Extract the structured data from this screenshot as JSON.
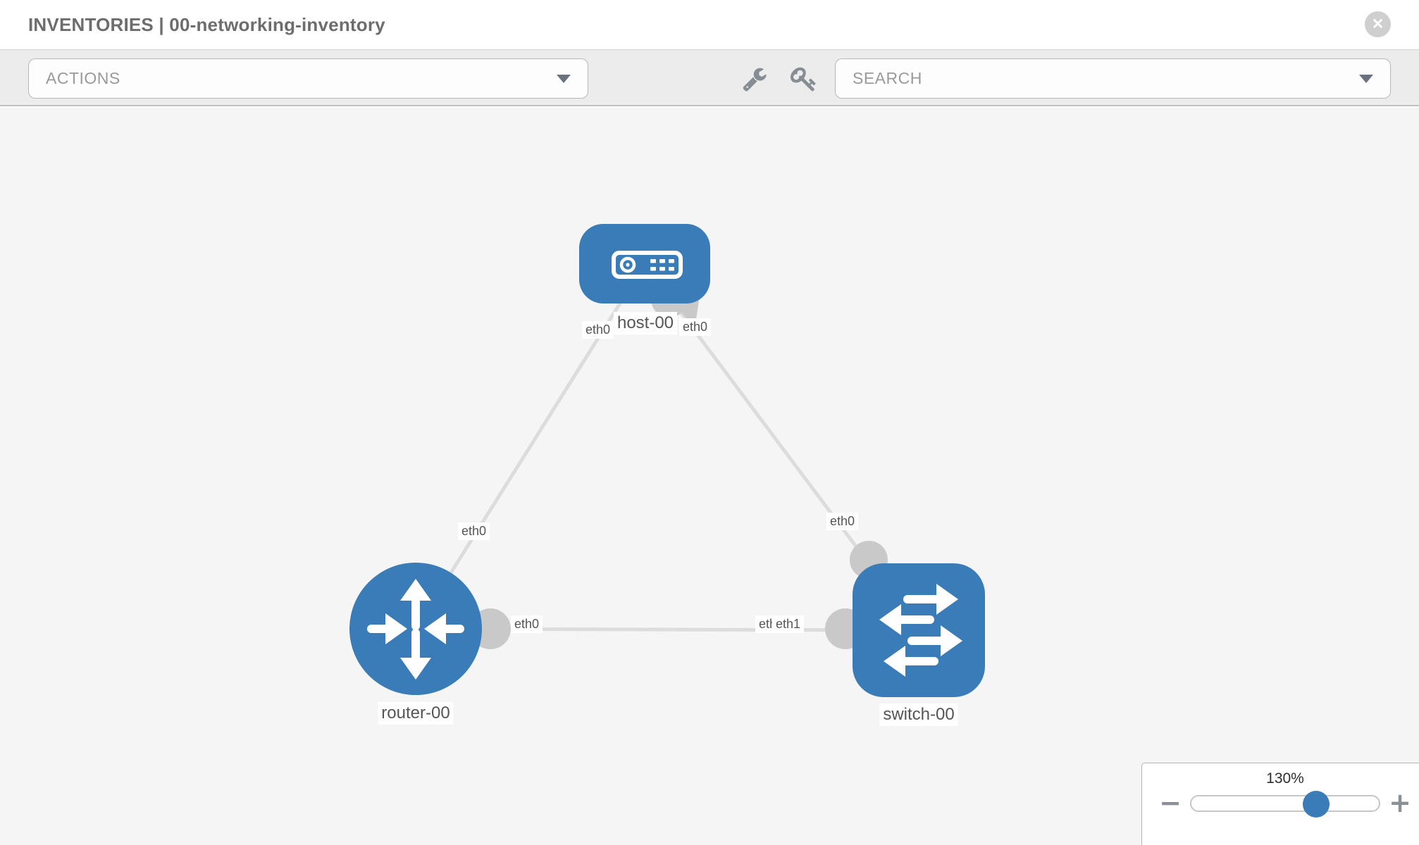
{
  "header": {
    "title": "INVENTORIES | 00-networking-inventory",
    "close_label": "✕"
  },
  "toolbar": {
    "actions_label": "ACTIONS",
    "search_placeholder": "SEARCH"
  },
  "topology": {
    "nodes": [
      {
        "id": "host-00",
        "label": "host-00",
        "type": "host"
      },
      {
        "id": "router-00",
        "label": "router-00",
        "type": "router"
      },
      {
        "id": "switch-00",
        "label": "switch-00",
        "type": "switch"
      }
    ],
    "links": [
      {
        "source": "host-00",
        "target": "router-00",
        "source_interface": "eth0",
        "target_interface": "eth0"
      },
      {
        "source": "host-00",
        "target": "switch-00",
        "source_interface": "eth0",
        "target_interface": "eth0"
      },
      {
        "source": "router-00",
        "target": "switch-00",
        "source_interface": "eth0",
        "target_interface": "eth1"
      }
    ],
    "switch_link_stacked_labels": {
      "under": "eth0",
      "over": "eth1"
    }
  },
  "zoom_control": {
    "level": "130%",
    "minus_label": "−",
    "plus_label": "+"
  },
  "colors": {
    "node_blue": "#3a7cb8",
    "link_gray": "#dcdcdc",
    "connector_gray": "#c9c9c9",
    "canvas_bg": "#f5f5f5",
    "toolbar_bg": "#ececec"
  }
}
